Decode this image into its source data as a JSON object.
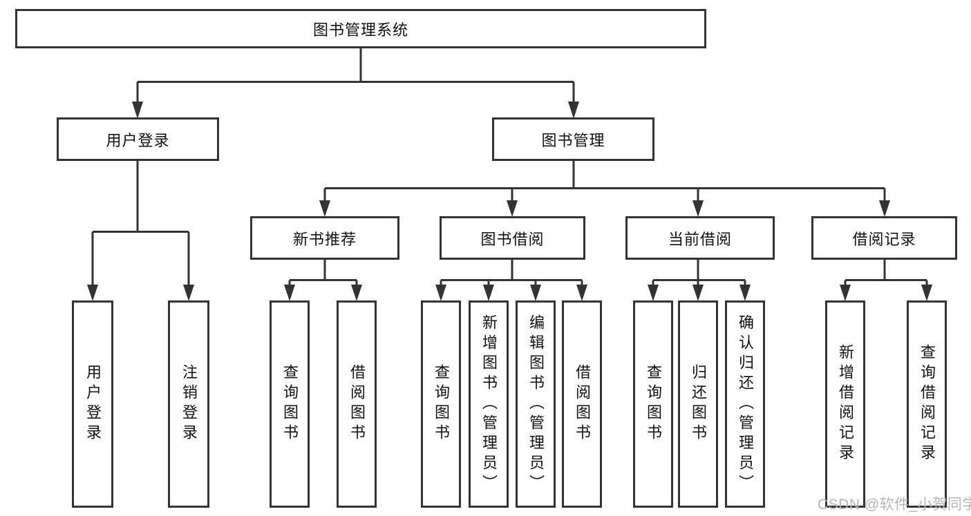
{
  "diagram": {
    "root": {
      "label": "图书管理系统"
    },
    "level2": [
      {
        "label": "用户登录"
      },
      {
        "label": "图书管理"
      }
    ],
    "level3": [
      {
        "label": "新书推荐"
      },
      {
        "label": "图书借阅"
      },
      {
        "label": "当前借阅"
      },
      {
        "label": "借阅记录"
      }
    ],
    "leaves": {
      "user": [
        {
          "label": "用户登录"
        },
        {
          "label": "注销登录"
        }
      ],
      "new_books": [
        {
          "label": "查询图书"
        },
        {
          "label": "借阅图书"
        }
      ],
      "book_borrow": [
        {
          "label": "查询图书"
        },
        {
          "label": "新增图书（管理员）"
        },
        {
          "label": "编辑图书（管理员）"
        },
        {
          "label": "借阅图书"
        }
      ],
      "current_borrow": [
        {
          "label": "查询图书"
        },
        {
          "label": "归还图书"
        },
        {
          "label": "确认归还（管理员）"
        }
      ],
      "borrow_records": [
        {
          "label": "新增借阅记录"
        },
        {
          "label": "查询借阅记录"
        }
      ]
    }
  },
  "watermark": {
    "text": "CSDN @软件_小贺同学"
  },
  "colors": {
    "line": "#333333",
    "box_border": "#333333",
    "text": "#111111",
    "watermark": "#b5b5b5",
    "background": "#ffffff"
  }
}
